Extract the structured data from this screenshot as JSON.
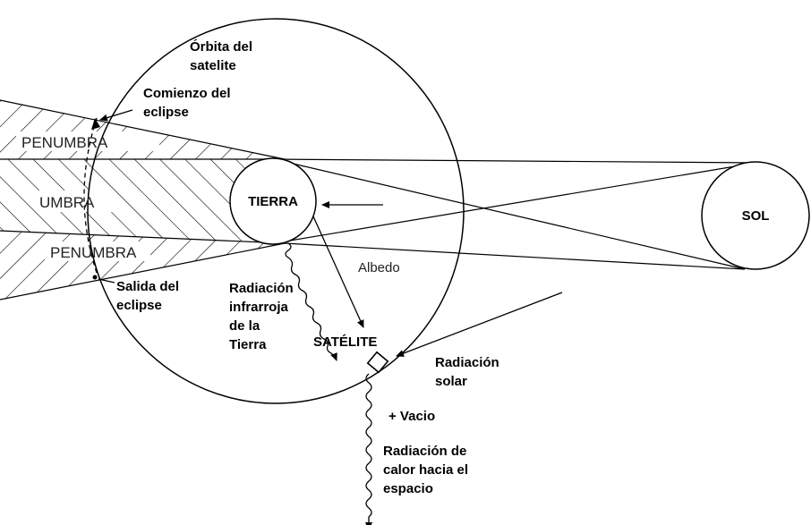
{
  "labels": {
    "orbit_line1": "Órbita del",
    "orbit_line2": "satelite",
    "eclipse_start_line1": "Comienzo del",
    "eclipse_start_line2": "eclipse",
    "penumbra_top": "PENUMBRA",
    "umbra": "UMBRA",
    "penumbra_bottom": "PENUMBRA",
    "eclipse_exit_line1": "Salida del",
    "eclipse_exit_line2": "eclipse",
    "earth": "TIERRA",
    "sun": "SOL",
    "albedo": "Albedo",
    "ir_line1": "Radiación",
    "ir_line2": "infrarroja",
    "ir_line3": "de la",
    "ir_line4": "Tierra",
    "satellite": "SATÉLITE",
    "solar_line1": "Radiación",
    "solar_line2": "solar",
    "vacuum": "+ Vacio",
    "heat_line1": "Radiación de",
    "heat_line2": "calor hacia el",
    "heat_line3": "espacio"
  },
  "colors": {
    "stroke": "#000000",
    "background": "#ffffff"
  }
}
